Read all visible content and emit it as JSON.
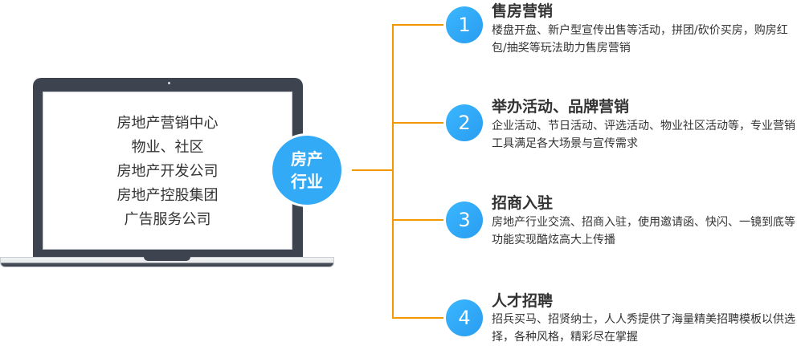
{
  "laptop": {
    "lines": [
      "房地产营销中心",
      "物业、社区",
      "房地产开发公司",
      "房地产控股集团",
      "广告服务公司"
    ]
  },
  "hub": {
    "line1": "房产",
    "line2": "行业"
  },
  "colors": {
    "accent": "#f39800",
    "blue": "#33aaf5",
    "laptop": "#3d444f"
  },
  "items": [
    {
      "num": "1",
      "title": "售房营销",
      "desc": "楼盘开盘、新户型宣传出售等活动，拼团/砍价买房，购房红包/抽奖等玩法助力售房营销"
    },
    {
      "num": "2",
      "title": "举办活动、品牌营销",
      "desc": "企业活动、节日活动、评选活动、物业社区活动等，专业营销工具满足各大场景与宣传需求"
    },
    {
      "num": "3",
      "title": "招商入驻",
      "desc": "房地产行业交流、招商入驻，使用邀请函、快闪、一镜到底等功能实现酷炫高大上传播"
    },
    {
      "num": "4",
      "title": "人才招聘",
      "desc": "招兵买马、招贤纳士，人人秀提供了海量精美招聘模板以供选择，各种风格，精彩尽在掌握"
    }
  ]
}
